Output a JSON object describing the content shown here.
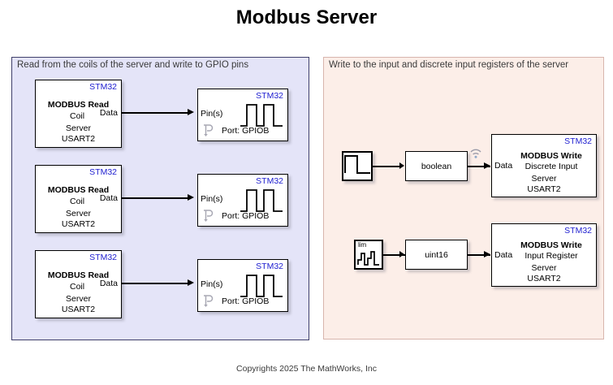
{
  "title": "Modbus Server",
  "footer": "Copyrights 2025 The MathWorks, Inc",
  "colors": {
    "left_panel_bg": "#e4e4f8",
    "left_panel_border": "#3f3f6b",
    "right_panel_bg": "#fceee8",
    "right_panel_border": "#d8b5ad",
    "stm32_tag": "#2020d0",
    "block_bg": "#ffffff",
    "block_border": "#000000",
    "wire": "#000000"
  },
  "left_panel": {
    "caption": "Read from the coils of the server and write to GPIO pins",
    "rows": [
      {
        "read_block": {
          "tag": "STM32",
          "title": "MODBUS Read",
          "register": "Coil",
          "out_port": "Data",
          "line1": "Server",
          "line2": "USART2"
        },
        "gpio_block": {
          "tag": "STM32",
          "in_port": "Pin(s)",
          "port": "Port: GPIOB",
          "icon": "pin-icon"
        }
      },
      {
        "read_block": {
          "tag": "STM32",
          "title": "MODBUS Read",
          "register": "Coil",
          "out_port": "Data",
          "line1": "Server",
          "line2": "USART2"
        },
        "gpio_block": {
          "tag": "STM32",
          "in_port": "Pin(s)",
          "port": "Port: GPIOB",
          "icon": "pin-icon"
        }
      },
      {
        "read_block": {
          "tag": "STM32",
          "title": "MODBUS Read",
          "register": "Coil",
          "out_port": "Data",
          "line1": "Server",
          "line2": "USART2"
        },
        "gpio_block": {
          "tag": "STM32",
          "in_port": "Pin(s)",
          "port": "Port: GPIOB",
          "icon": "pin-icon"
        }
      }
    ]
  },
  "right_panel": {
    "caption": "Write to the input and discrete input registers of the server",
    "rows": [
      {
        "source": {
          "icon": "pulse-generator-icon",
          "label": ""
        },
        "converter": {
          "label": "boolean"
        },
        "write_block": {
          "tag": "STM32",
          "in_port": "Data",
          "title": "MODBUS Write",
          "register": "Discrete Input",
          "line1": "Server",
          "line2": "USART2"
        },
        "badge": "wireless-icon"
      },
      {
        "source": {
          "icon": "repeating-sequence-stair-icon",
          "label": "lim"
        },
        "converter": {
          "label": "uint16"
        },
        "write_block": {
          "tag": "STM32",
          "in_port": "Data",
          "title": "MODBUS Write",
          "register": "Input Register",
          "line1": "Server",
          "line2": "USART2"
        },
        "badge": ""
      }
    ]
  }
}
